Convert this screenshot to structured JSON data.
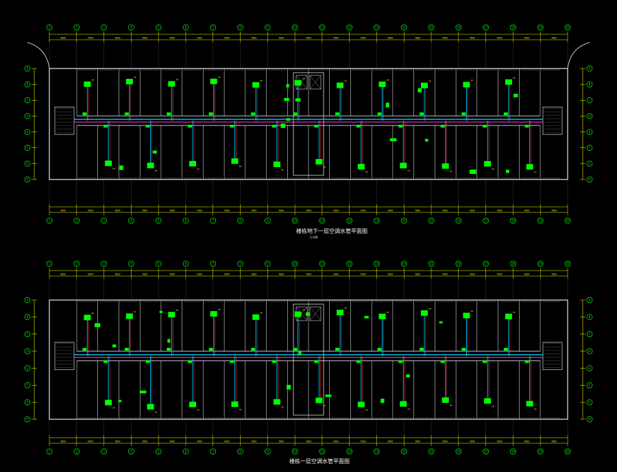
{
  "drawing": {
    "background": "#000000",
    "colors": {
      "dimension": "#ffff00",
      "grid_bubble": "#00ff00",
      "wall": "#ffffff",
      "equipment": "#00ff00",
      "supply_duct": "#00c8ff",
      "return_duct": "#ff40ff",
      "hot_pipe": "#ff4040",
      "tag": "#ffff00"
    },
    "plans": [
      {
        "id": "basement-plan",
        "title": "楼栋地下一层空调水管平面图",
        "subtitle": "1:100",
        "dimension_labels": [
          "3600",
          "7800",
          "7800",
          "7800",
          "7800",
          "7800",
          "7800",
          "7800",
          "7800",
          "7800",
          "7800",
          "7800"
        ],
        "axis_labels_top": [
          "1",
          "2",
          "3",
          "4",
          "5",
          "6",
          "7",
          "8",
          "9",
          "10",
          "11",
          "12",
          "13",
          "14",
          "15",
          "16",
          "17",
          "18",
          "19",
          "20"
        ],
        "axis_labels_side": [
          "A",
          "B",
          "C",
          "D",
          "E",
          "F",
          "G",
          "H"
        ]
      },
      {
        "id": "first-floor-plan",
        "title": "楼栋一层空调水管平面图",
        "subtitle": "",
        "dimension_labels": [
          "3600",
          "7800",
          "7800",
          "7800",
          "7800",
          "7800",
          "7800",
          "7800",
          "7800",
          "7800",
          "7800",
          "7800"
        ],
        "axis_labels_top": [
          "1",
          "2",
          "3",
          "4",
          "5",
          "6",
          "7",
          "8",
          "9",
          "10",
          "11",
          "12",
          "13",
          "14",
          "15",
          "16",
          "17",
          "18",
          "19",
          "20"
        ],
        "axis_labels_side": [
          "A",
          "B",
          "C",
          "D",
          "E",
          "F",
          "G",
          "H"
        ]
      }
    ]
  }
}
